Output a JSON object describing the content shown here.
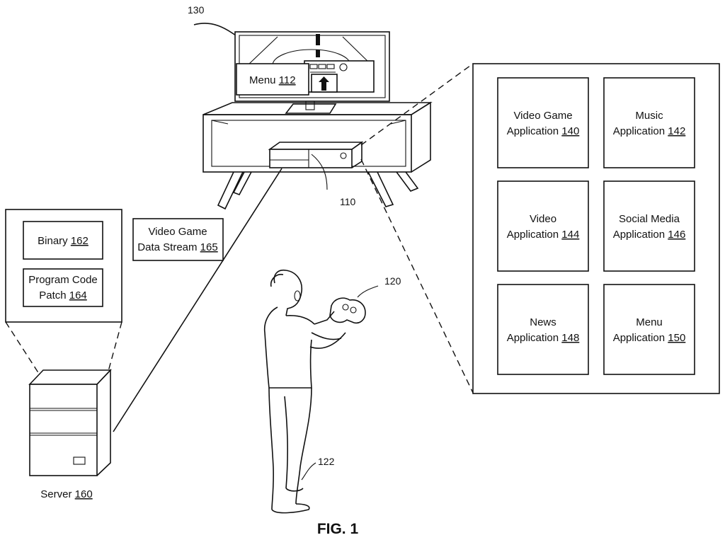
{
  "figure": {
    "caption": "FIG. 1"
  },
  "refs": {
    "display": "130",
    "console": "110",
    "controller": "120",
    "user": "122"
  },
  "menu_screen": {
    "label": "Menu ",
    "num": "112"
  },
  "stream": {
    "line1": "Video Game",
    "line2": "Data Stream ",
    "num": "165"
  },
  "server": {
    "label": "Server ",
    "num": "160"
  },
  "server_panel": {
    "binary": {
      "label": "Binary ",
      "num": "162"
    },
    "patch": {
      "line1": "Program Code",
      "line2": "Patch ",
      "num": "164"
    }
  },
  "applications": [
    {
      "line1": "Video Game",
      "line2": "Application ",
      "num": "140"
    },
    {
      "line1": "Music",
      "line2": "Application ",
      "num": "142"
    },
    {
      "line1": "Video",
      "line2": "Application ",
      "num": "144"
    },
    {
      "line1": "Social Media",
      "line2": "Application ",
      "num": "146"
    },
    {
      "line1": "News",
      "line2": "Application ",
      "num": "148"
    },
    {
      "line1": "Menu",
      "line2": "Application ",
      "num": "150"
    }
  ]
}
